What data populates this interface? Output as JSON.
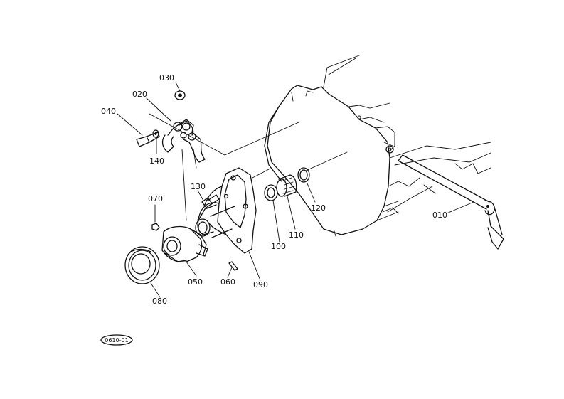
{
  "diagram": {
    "callouts": [
      {
        "id": "c010",
        "text": "010"
      },
      {
        "id": "c020",
        "text": "020"
      },
      {
        "id": "c030",
        "text": "030"
      },
      {
        "id": "c040",
        "text": "040"
      },
      {
        "id": "c050",
        "text": "050"
      },
      {
        "id": "c060",
        "text": "060"
      },
      {
        "id": "c070",
        "text": "070"
      },
      {
        "id": "c080",
        "text": "080"
      },
      {
        "id": "c090",
        "text": "090"
      },
      {
        "id": "c100",
        "text": "100"
      },
      {
        "id": "c110",
        "text": "110"
      },
      {
        "id": "c120",
        "text": "120"
      },
      {
        "id": "c130",
        "text": "130"
      },
      {
        "id": "c140",
        "text": "140"
      }
    ],
    "figure_code": "0610-01"
  }
}
